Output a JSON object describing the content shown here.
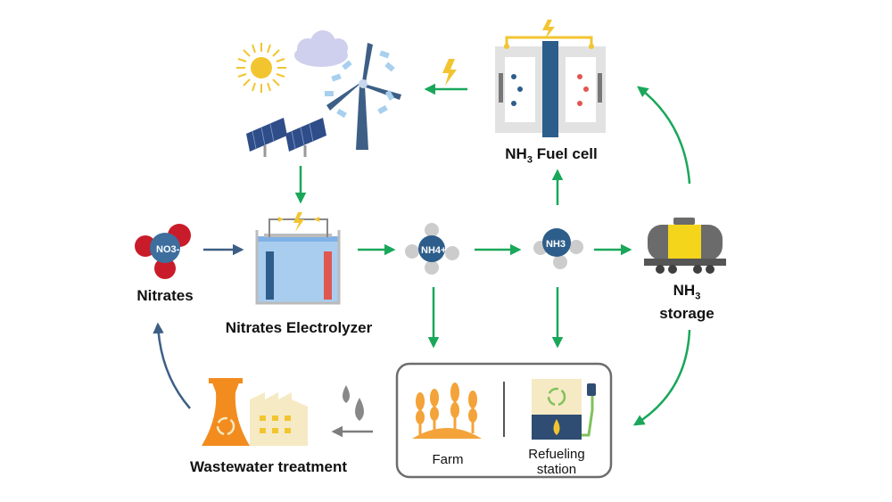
{
  "labels": {
    "nitrates": "Nitrates",
    "electrolyzer": "Nitrates Electrolyzer",
    "fuel_cell_prefix": "NH",
    "fuel_cell_sub": "3",
    "fuel_cell_suffix": " Fuel cell",
    "storage_prefix": "NH",
    "storage_sub": "3",
    "storage_line2": "storage",
    "wastewater": "Wastewater treatment",
    "farm": "Farm",
    "refueling_line1": "Refueling",
    "refueling_line2": "station"
  },
  "molecules": {
    "nitrate": "NO3-",
    "ammonium": "NH4+",
    "ammonia": "NH3"
  },
  "colors": {
    "green_arrow": "#1aa75a",
    "blue_arrow": "#3d5f86",
    "electrode_blue": "#2d5d8a",
    "electrode_red": "#e0574f",
    "oxygen_red": "#c91c2a",
    "sun_yellow": "#f2c530",
    "factory_orange": "#f28c1e",
    "tank_yellow": "#f4d51c"
  }
}
